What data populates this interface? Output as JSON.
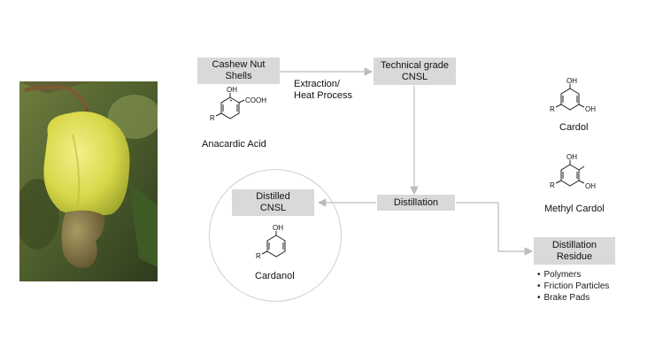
{
  "nodes": {
    "cashew_nut_shells": "Cashew  Nut\nShells",
    "technical_cnsl": "Technical grade\nCNSL",
    "distillation": "Distillation",
    "distilled_cnsl": "Distilled\nCNSL",
    "distillation_residue": "Distillation\nResidue"
  },
  "edges": {
    "extraction_label": "Extraction/\nHeat Process"
  },
  "compounds": {
    "anacardic_acid": {
      "name": "Anacardic  Acid",
      "oh": "OH",
      "cooh": "COOH",
      "r": "R"
    },
    "cardol": {
      "name": "Cardol",
      "oh1": "OH",
      "oh2": "OH",
      "r": "R"
    },
    "methyl_cardol": {
      "name": "Methyl Cardol",
      "oh1": "OH",
      "oh2": "OH",
      "r": "R"
    },
    "cardanol": {
      "name": "Cardanol",
      "oh": "OH",
      "r": "R"
    }
  },
  "residue_uses": [
    "Polymers",
    "Friction Particles",
    "Brake Pads"
  ],
  "colors": {
    "box_fill": "#d9d9d9",
    "connector": "#bcbcbc",
    "circle_border": "#cfcfcf"
  }
}
